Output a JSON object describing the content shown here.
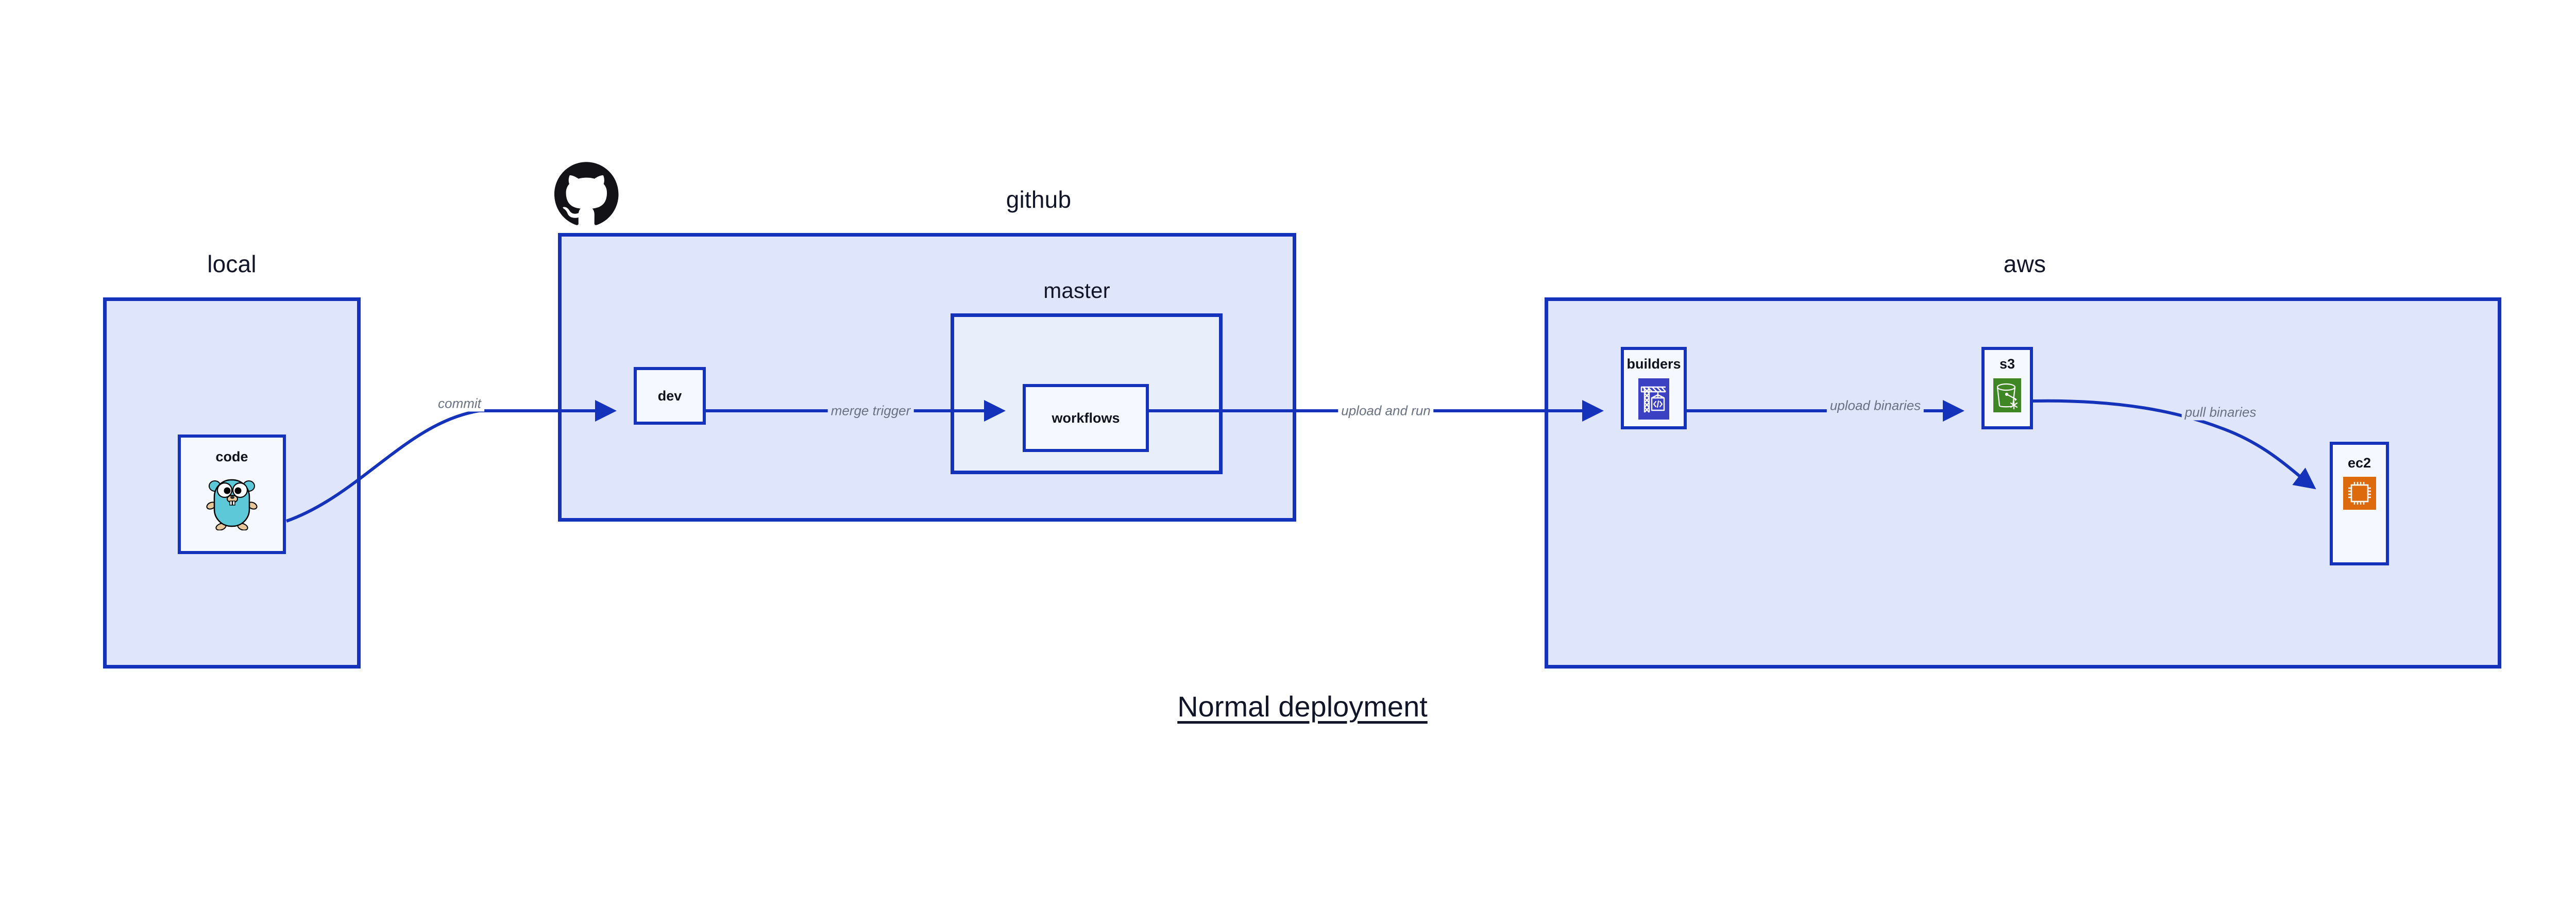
{
  "caption": "Normal deployment",
  "groups": [
    {
      "id": "local",
      "title": "local"
    },
    {
      "id": "github",
      "title": "github"
    },
    {
      "id": "master",
      "title": "master"
    },
    {
      "id": "aws",
      "title": "aws"
    }
  ],
  "nodes": [
    {
      "id": "code",
      "label": "code",
      "icon": "go-gopher-icon"
    },
    {
      "id": "dev",
      "label": "dev",
      "icon": null
    },
    {
      "id": "workflows",
      "label": "workflows",
      "icon": null
    },
    {
      "id": "builders",
      "label": "builders",
      "icon": "aws-codebuild-icon"
    },
    {
      "id": "s3",
      "label": "s3",
      "icon": "aws-s3-bucket-icon"
    },
    {
      "id": "ec2",
      "label": "ec2",
      "icon": "aws-ec2-chip-icon"
    }
  ],
  "edges": [
    {
      "id": "commit",
      "from": "code",
      "to": "dev",
      "label": "commit"
    },
    {
      "id": "merge-trigger",
      "from": "dev",
      "to": "workflows",
      "label": "merge trigger"
    },
    {
      "id": "upload-and-run",
      "from": "workflows",
      "to": "builders",
      "label": "upload and run"
    },
    {
      "id": "upload-binaries",
      "from": "builders",
      "to": "s3",
      "label": "upload binaries"
    },
    {
      "id": "pull-binaries",
      "from": "s3",
      "to": "ec2",
      "label": "pull binaries"
    }
  ],
  "icons": {
    "github_octocat": "github-octocat-icon"
  },
  "colors": {
    "border": "#1433ba",
    "group_fill_level1": "#dfe5fa",
    "group_fill_level2": "#e9eefb",
    "node_fill": "#f5f8fe",
    "edge_stroke": "#1433ba",
    "edge_label_text": "#6a7183",
    "title_text": "#121528",
    "codebuild_blue": "#3c41c4",
    "s3_green": "#3f8624",
    "ec2_orange": "#dd6b0d",
    "gopher_cyan": "#5dc9d8",
    "background": "#ffffff"
  }
}
